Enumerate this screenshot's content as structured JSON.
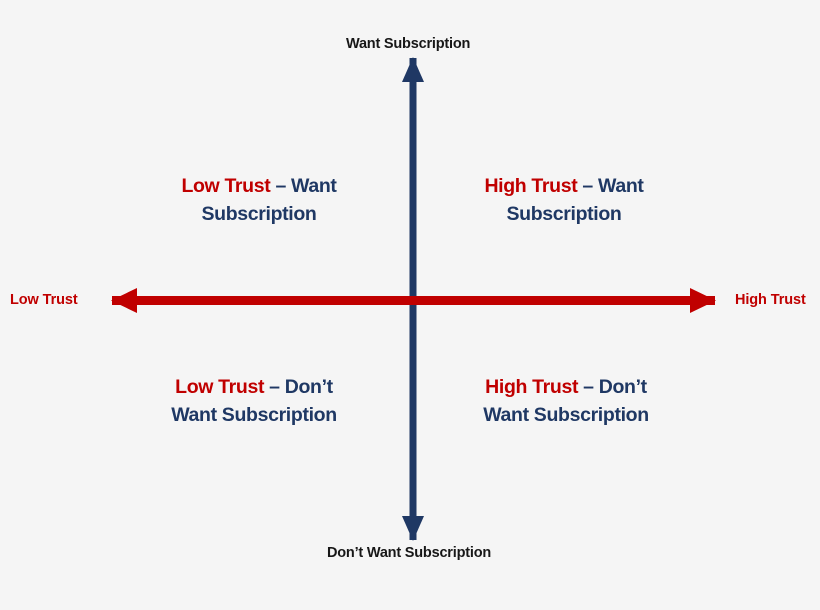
{
  "diagram": {
    "type": "2x2-matrix",
    "background_color": "#f5f5f5",
    "colors": {
      "trust_axis_red": "#c00000",
      "subscription_axis_navy": "#1f3864",
      "axis_label_black": "#171717"
    },
    "axes": {
      "horizontal": {
        "name": "trust-axis",
        "color": "#c00000",
        "left_label": "Low Trust",
        "right_label": "High Trust",
        "arrow_style": "double-headed"
      },
      "vertical": {
        "name": "subscription-axis",
        "color": "#1f3864",
        "top_label": "Want Subscription",
        "bottom_label": "Don’t Want Subscription",
        "arrow_style": "double-headed"
      }
    },
    "quadrants": [
      {
        "id": "top-left",
        "trust": "Low Trust",
        "separator": "–",
        "outcome": "Want Subscription",
        "line1_trust": "Low Trust",
        "line1_outcome": "Want",
        "line2": "Subscription"
      },
      {
        "id": "top-right",
        "trust": "High Trust",
        "separator": "–",
        "outcome": "Want Subscription",
        "line1_trust": "High Trust",
        "line1_outcome": "Want",
        "line2": "Subscription"
      },
      {
        "id": "bottom-left",
        "trust": "Low Trust",
        "separator": "–",
        "outcome": "Don’t Want Subscription",
        "line1_trust": "Low Trust",
        "line1_outcome": "Don’t",
        "line2": "Want Subscription"
      },
      {
        "id": "bottom-right",
        "trust": "High Trust",
        "separator": "–",
        "outcome": "Don’t Want Subscription",
        "line1_trust": "High Trust",
        "line1_outcome": "Don’t",
        "line2": "Want Subscription"
      }
    ]
  }
}
